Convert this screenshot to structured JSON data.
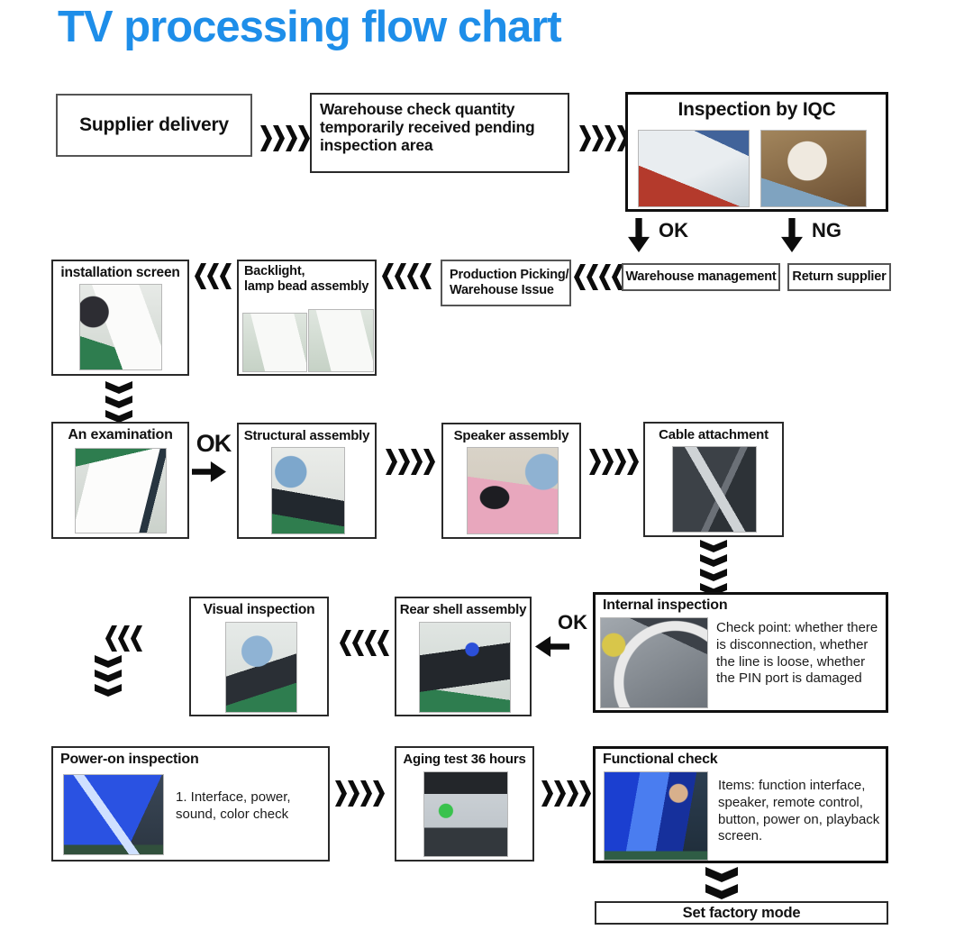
{
  "title": "TV processing flow chart",
  "colors": {
    "title": "#1e8ee9",
    "box_border": "#1a1a1a",
    "arrow": "#0c0c0c"
  },
  "labels": {
    "ok": "OK",
    "ng": "NG"
  },
  "nodes": {
    "supplier": {
      "label": "Supplier delivery"
    },
    "warehouse_check": {
      "label": "Warehouse check quantity temporarily received pending inspection area"
    },
    "iqc": {
      "label": "Inspection by IQC"
    },
    "warehouse_mgmt": {
      "label": "Warehouse management"
    },
    "return_supplier": {
      "label": "Return supplier"
    },
    "production_picking": {
      "line1": "Production Picking/",
      "line2": "Warehouse Issue"
    },
    "backlight": {
      "line1": "Backlight,",
      "line2": "lamp bead assembly"
    },
    "installation": {
      "label": "installation screen"
    },
    "examination": {
      "label": "An examination"
    },
    "structural": {
      "label": "Structural assembly"
    },
    "speaker": {
      "label": "Speaker assembly"
    },
    "cable": {
      "label": "Cable attachment"
    },
    "visual": {
      "label": "Visual inspection"
    },
    "rear_shell": {
      "label": "Rear shell assembly"
    },
    "internal": {
      "label": "Internal inspection",
      "note": "Check point: whether there is disconnection, whether the line is loose, whether the PIN port is damaged"
    },
    "power_on": {
      "label": "Power-on inspection",
      "note": "1. Interface, power, sound, color check"
    },
    "aging": {
      "label": "Aging test 36 hours"
    },
    "functional": {
      "label": "Functional check",
      "note": "Items: function interface, speaker, remote control, button, power on, playback screen."
    },
    "set_factory": {
      "label": "Set factory mode"
    }
  }
}
